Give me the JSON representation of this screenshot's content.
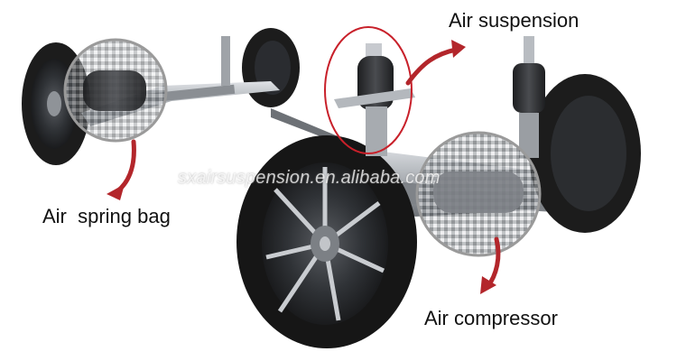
{
  "labels": {
    "air_spring_bag": "Air  spring bag",
    "air_suspension": "Air suspension",
    "air_compressor": "Air compressor"
  },
  "watermark": "sxairsuspension.en.alibaba.com",
  "colors": {
    "arrow": "#b3262b",
    "highlight_circle": "#c8202a",
    "callout_ring": "#9a9a9a",
    "tire": "#1c1c1c",
    "rim": "#2b2d30",
    "metal": "#b9bcc0"
  },
  "icons": {
    "spring_bag_arrow": "curved-arrow-down",
    "suspension_arrow": "curved-arrow-up-right",
    "compressor_arrow": "curved-arrow-down"
  }
}
